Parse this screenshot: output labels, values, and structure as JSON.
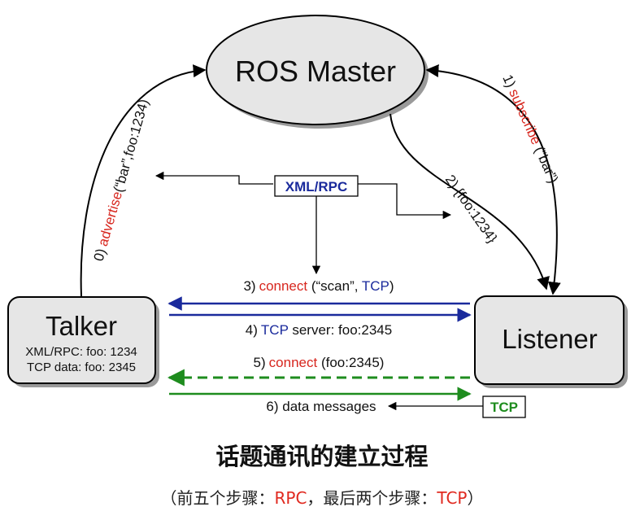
{
  "colors": {
    "red": "#d7261e",
    "blue": "#1a2a9c",
    "green": "#1e8c1e",
    "node_fill": "#e6e6e6",
    "shadow": "#9a9a9a",
    "caption_accent": "#e0291f"
  },
  "nodes": {
    "master": "ROS Master",
    "talker": {
      "name": "Talker",
      "line1": "XML/RPC: foo: 1234",
      "line2": "TCP data: foo: 2345"
    },
    "listener": "Listener"
  },
  "edges": {
    "advertise": {
      "step": "0)",
      "verb": "advertise",
      "args": "(“bar”,foo:1234)"
    },
    "subscribe": {
      "step": "1)",
      "verb": "subscribe",
      "args": " (“bar”)"
    },
    "reply": "2) {foo:1234}",
    "connect_rpc": {
      "step": "3)",
      "verb": "connect",
      "args_pre": " (“scan”, ",
      "proto": "TCP",
      "args_post": ")"
    },
    "tcp_server": {
      "step": "4)",
      "proto": "TCP",
      "rest": " server: foo:2345"
    },
    "connect_tcp": {
      "step": "5)",
      "verb": "connect",
      "args": " (foo:2345)"
    },
    "data_messages": "6) data messages"
  },
  "boxes": {
    "xmlrpc": "XML/RPC",
    "tcp": "TCP"
  },
  "caption": {
    "title": "话题通讯的建立过程",
    "sub_open": "（前五个步骤：",
    "sub_rpc": "RPC",
    "sub_mid": "，最后两个步骤：",
    "sub_tcp": "TCP",
    "sub_close": "）"
  }
}
